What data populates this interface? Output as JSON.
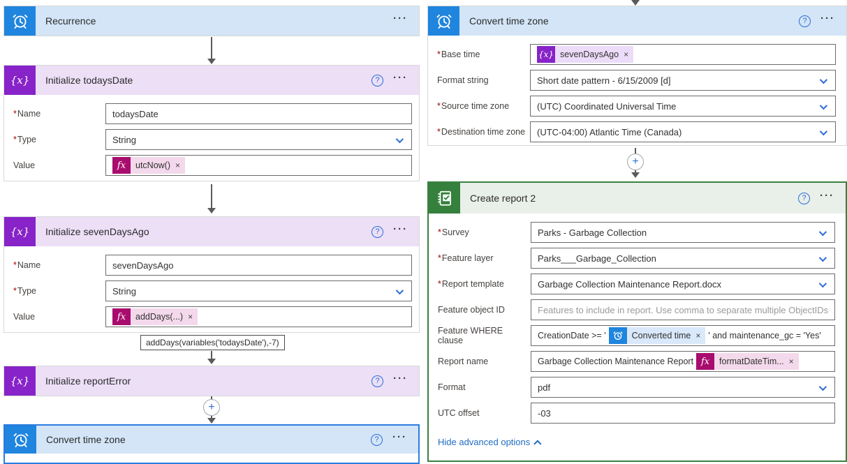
{
  "glyphs": {
    "ellipsis": "···",
    "help": "?",
    "close": "×",
    "fx": "fx",
    "var": "{x}",
    "plus": "+",
    "asterisk": "*"
  },
  "flow": {
    "recurrence": {
      "title": "Recurrence"
    },
    "init_todays_date": {
      "title": "Initialize todaysDate",
      "name_label": "Name",
      "name_value": "todaysDate",
      "type_label": "Type",
      "type_value": "String",
      "value_label": "Value",
      "value_pill": "utcNow()"
    },
    "init_seven_days_ago": {
      "title": "Initialize sevenDaysAgo",
      "name_label": "Name",
      "name_value": "sevenDaysAgo",
      "type_label": "Type",
      "type_value": "String",
      "value_label": "Value",
      "value_pill": "addDays(...)",
      "tooltip": "addDays(variables('todaysDate'),-7)"
    },
    "init_report_error": {
      "title": "Initialize reportError"
    },
    "convert_time_zone_left": {
      "title": "Convert time zone"
    },
    "convert_time_zone": {
      "title": "Convert time zone",
      "base_time_label": "Base time",
      "base_time_pill": "sevenDaysAgo",
      "format_string_label": "Format string",
      "format_string_value": "Short date pattern - 6/15/2009 [d]",
      "source_tz_label": "Source time zone",
      "source_tz_value": "(UTC) Coordinated Universal Time",
      "dest_tz_label": "Destination time zone",
      "dest_tz_value": "(UTC-04:00) Atlantic Time (Canada)"
    },
    "create_report_2": {
      "title": "Create report 2",
      "survey_label": "Survey",
      "survey_value": "Parks - Garbage Collection",
      "feature_layer_label": "Feature layer",
      "feature_layer_value": "Parks___Garbage_Collection",
      "report_template_label": "Report template",
      "report_template_value": "Garbage Collection Maintenance Report.docx",
      "feature_object_id_label": "Feature object ID",
      "feature_object_id_placeholder": "Features to include in report. Use comma to separate multiple ObjectIDs",
      "where_label": "Feature WHERE clause",
      "where_prefix": "CreationDate >= '",
      "where_pill": "Converted time",
      "where_suffix": "' and maintenance_gc = 'Yes'",
      "report_name_label": "Report name",
      "report_name_text": "Garbage Collection Maintenance Report",
      "report_name_pill": "formatDateTim...",
      "format_label": "Format",
      "format_value": "pdf",
      "utc_offset_label": "UTC offset",
      "utc_offset_value": "-03",
      "advanced_link": "Hide advanced options"
    }
  },
  "colors": {
    "blue_icon": "#1f85de",
    "blue_header": "#d3e5f7",
    "purple_icon": "#8723c8",
    "purple_header": "#ecdff6",
    "green_icon": "#34803c",
    "green_header": "#e9efe9",
    "green_border": "#3a8140",
    "fx_badge": "#a80c6e",
    "fx_pill": "#f3d9eb",
    "selected_border": "#2b7de0",
    "link": "#1f6cc0"
  }
}
